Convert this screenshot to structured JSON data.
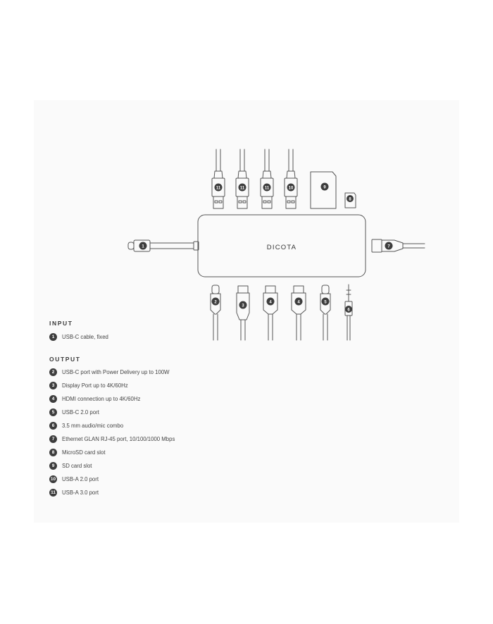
{
  "brand": "DICOTA",
  "input": {
    "title": "INPUT",
    "items": [
      {
        "num": "1",
        "label": "USB-C cable, fixed"
      }
    ]
  },
  "output": {
    "title": "OUTPUT",
    "items": [
      {
        "num": "2",
        "label": "USB-C port with Power Delivery up to 100W"
      },
      {
        "num": "3",
        "label": "Display Port up to 4K/60Hz"
      },
      {
        "num": "4",
        "label": "HDMI connection up to 4K/60Hz"
      },
      {
        "num": "5",
        "label": "USB-C 2.0 port"
      },
      {
        "num": "6",
        "label": "3.5 mm audio/mic combo"
      },
      {
        "num": "7",
        "label": "Ethernet GLAN RJ-45 port, 10/100/1000 Mbps"
      },
      {
        "num": "8",
        "label": "MicroSD card slot"
      },
      {
        "num": "9",
        "label": "SD card slot"
      },
      {
        "num": "10",
        "label": "USB-A 2.0 port"
      },
      {
        "num": "11",
        "label": "USB-A 3.0 port"
      }
    ]
  },
  "diagram": {
    "top_connectors": [
      "11",
      "11",
      "11",
      "10"
    ],
    "sd_card_badge": "9",
    "microsd_badge": "8",
    "left_cable_badge": "1",
    "right_cable_badge": "7",
    "bottom_connectors": [
      "2",
      "3",
      "4",
      "4",
      "5",
      "6"
    ]
  },
  "colors": {
    "line": "#555555",
    "badge": "#3d3d3d",
    "panel": "#fafafa"
  }
}
